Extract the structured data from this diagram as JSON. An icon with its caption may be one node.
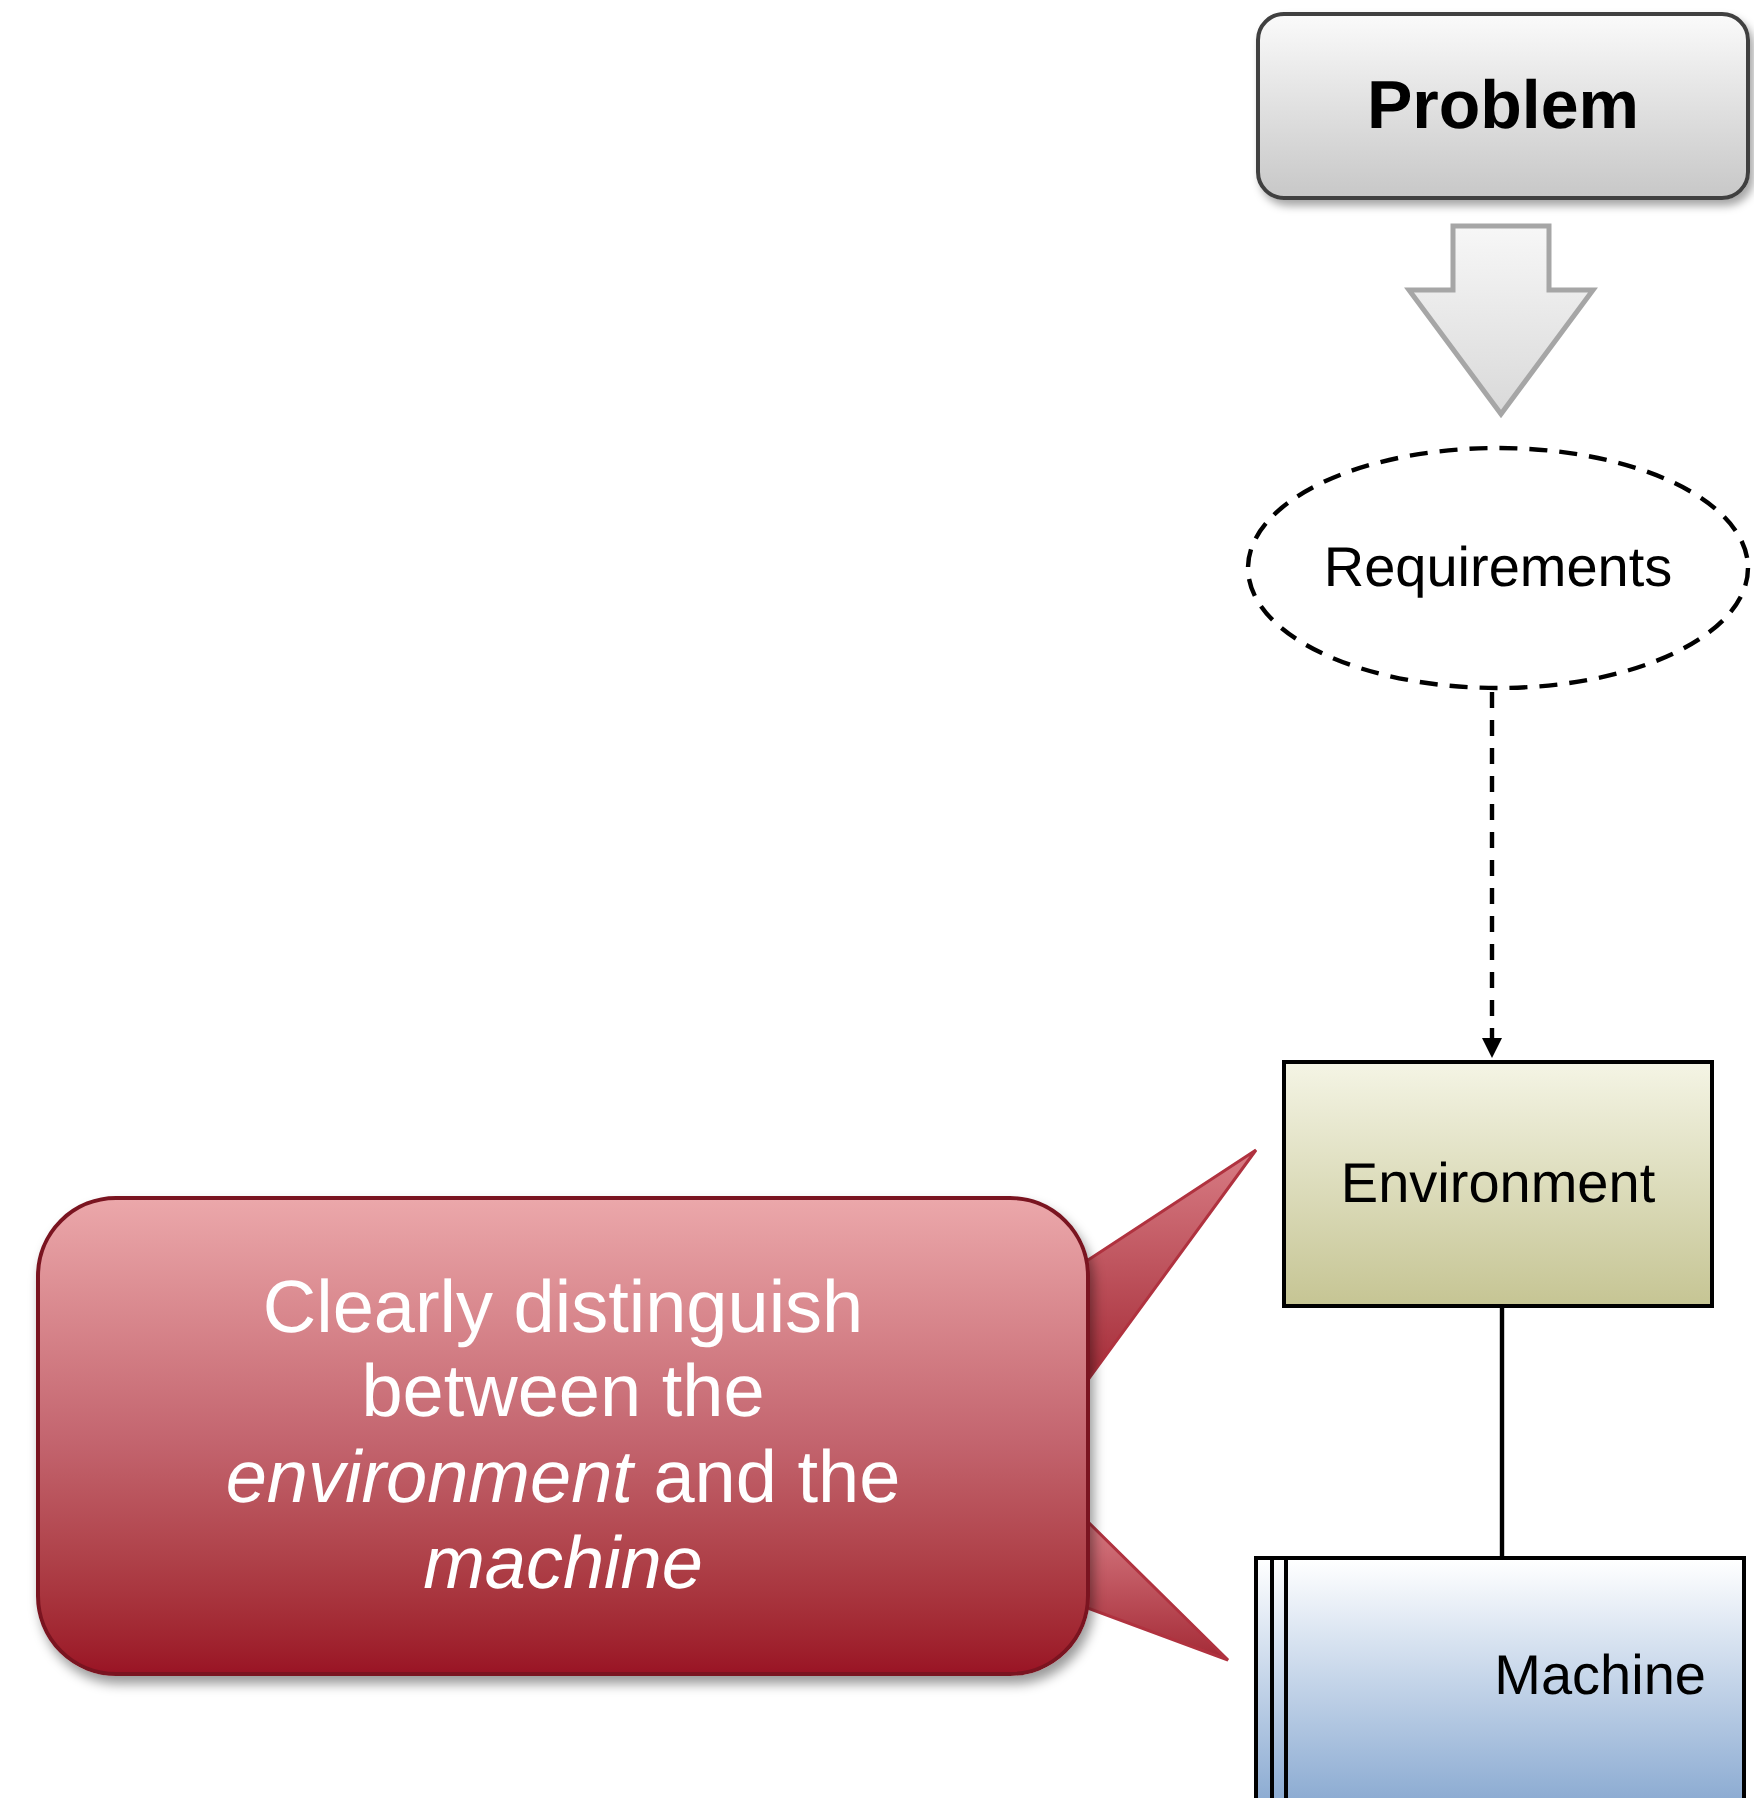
{
  "diagram": {
    "nodes": [
      {
        "text": [
          "Problem"
        ]
      },
      {
        "text": [
          "Requirements"
        ]
      },
      {
        "text": [
          "Environment"
        ]
      },
      {
        "text": [
          "Machine"
        ]
      },
      {
        "text": [
          "Clearly distinguish between the *environment* and the *machine*"
        ]
      }
    ],
    "edges": [
      {
        "from": 0,
        "to": 1,
        "arrow": "to",
        "style": "thick",
        "color": "#a6a6a6"
      },
      {
        "from": 1,
        "to": 2,
        "arrow": "to",
        "style": "dashed"
      },
      {
        "from": 2,
        "to": 3,
        "arrow": "none"
      },
      {
        "from": 4,
        "to": 2,
        "arrow": "to",
        "color": "#b0323f"
      },
      {
        "from": 4,
        "to": 3,
        "arrow": "to",
        "color": "#b0323f"
      }
    ]
  }
}
